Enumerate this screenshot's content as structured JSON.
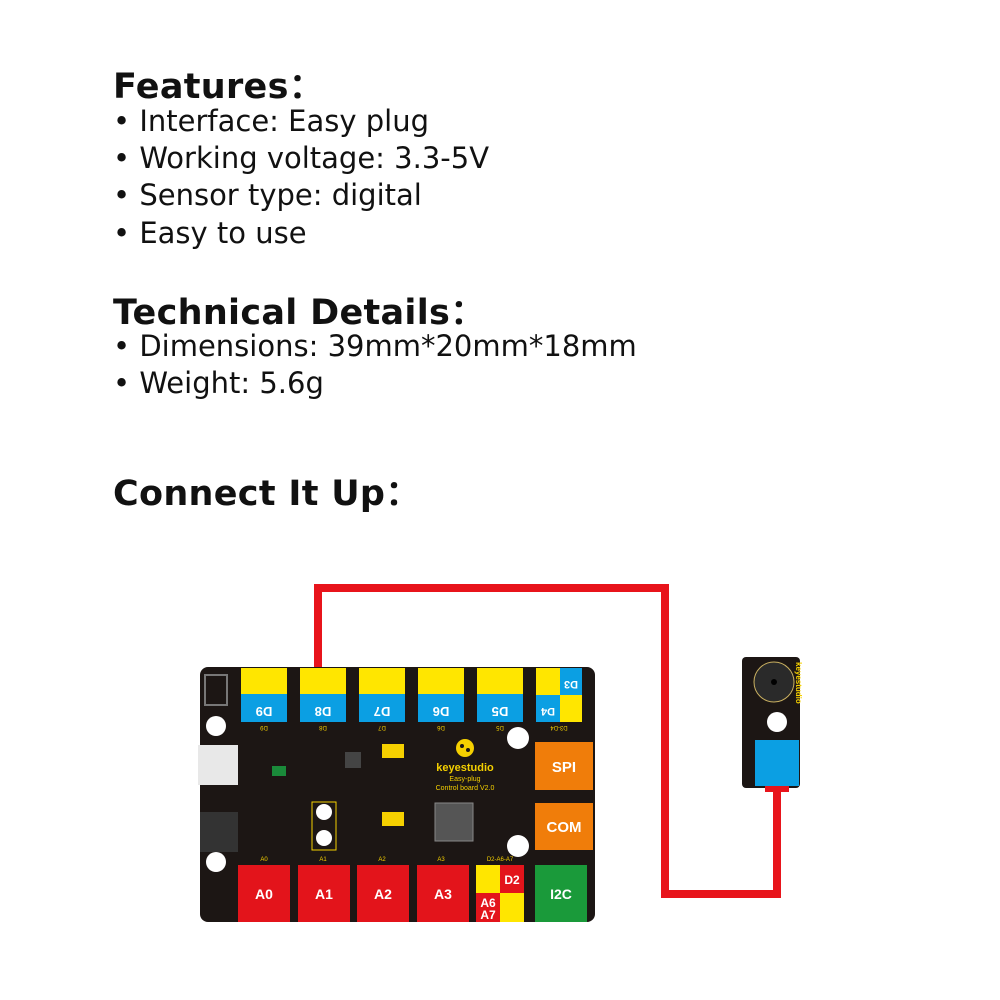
{
  "features": {
    "heading": "Features：",
    "items": [
      "• Interface: Easy plug",
      "• Working voltage: 3.3-5V",
      "• Sensor type: digital",
      "• Easy to use"
    ]
  },
  "technical": {
    "heading": "Technical Details：",
    "items": [
      "• Dimensions: 39mm*20mm*18mm",
      "• Weight: 5.6g"
    ]
  },
  "connect": {
    "heading": "Connect It Up："
  },
  "board": {
    "brand": "keyestudio",
    "line1": "Easy-plug",
    "line2": "Control board V2.0",
    "top_ports": [
      "D9",
      "D8",
      "D7",
      "D6",
      "D5"
    ],
    "d34": [
      "D3",
      "D4"
    ],
    "top_silk": [
      "D9",
      "D8",
      "D7",
      "D6",
      "D5",
      "D3-D4"
    ],
    "bottom_ports": [
      "A0",
      "A1",
      "A2",
      "A3"
    ],
    "bottom_silk": [
      "A0",
      "A1",
      "A2",
      "A3",
      "D2-A6-A7"
    ],
    "d2": "D2",
    "a6": "A6",
    "a7": "A7",
    "spi": "SPI",
    "com": "COM",
    "i2c": "I2C"
  },
  "module": {
    "brand": "keyestudio"
  },
  "colors": {
    "wire": "#e8141b",
    "board": "#1c1614",
    "yellow": "#ffe600",
    "blue": "#0b9fe3",
    "red": "#e3141b",
    "orange": "#f07d0a",
    "green": "#1a9a3a"
  }
}
